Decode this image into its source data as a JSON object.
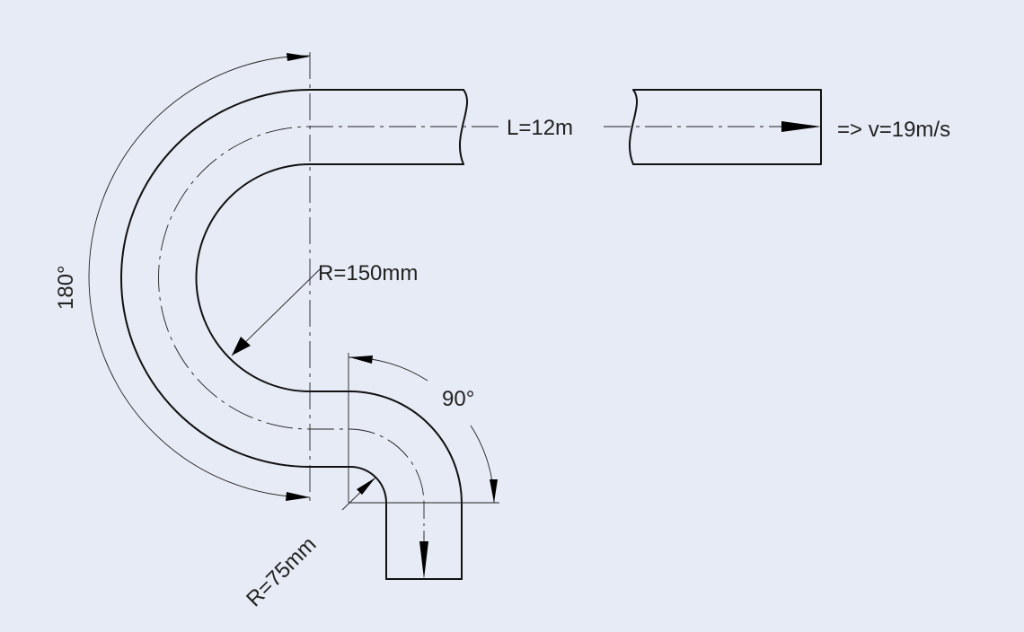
{
  "labels": {
    "length": "L=12m",
    "velocity": "=> v=19m/s",
    "large_radius": "R=150mm",
    "small_radius": "R=75mm",
    "large_angle": "180°",
    "small_angle": "90°"
  },
  "colors": {
    "background": "#e7ebf5",
    "line": "#111111"
  }
}
